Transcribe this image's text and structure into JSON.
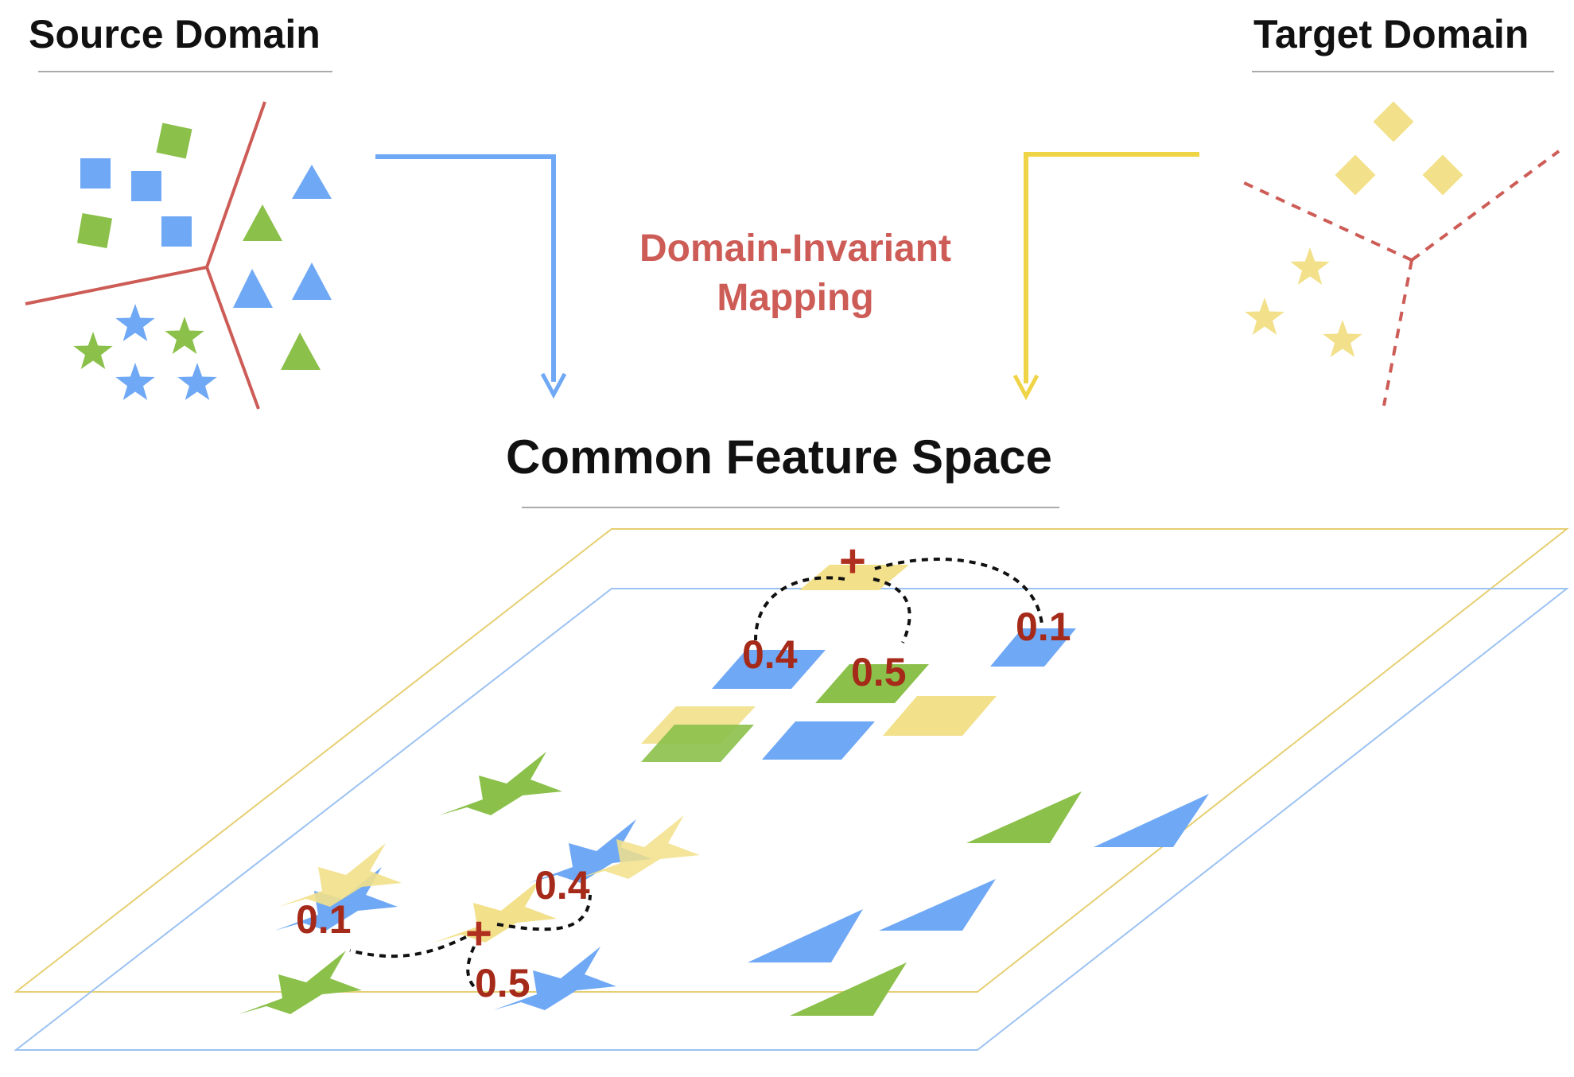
{
  "source_domain": {
    "title": "Source Domain"
  },
  "target_domain": {
    "title": "Target Domain"
  },
  "mapping": {
    "line1": "Domain-Invariant",
    "line2": "Mapping"
  },
  "common_space": {
    "title": "Common Feature Space",
    "top_cluster": {
      "w1": "0.4",
      "w2": "0.5",
      "w3": "0.1",
      "center": "+"
    },
    "bottom_cluster": {
      "w1": "0.1",
      "w2": "0.4",
      "w3": "0.5",
      "center": "+"
    }
  },
  "colors": {
    "source_blue": "#6fa8f5",
    "source_green": "#8bc04a",
    "target_yellow": "#f2e08a",
    "boundary_red": "#cd5c57",
    "weight_red": "#a52a1a",
    "arrow_blue": "#6fa8f5",
    "arrow_yellow": "#f0d447"
  },
  "icons": {
    "square": "square-icon",
    "triangle": "triangle-icon",
    "star": "star-icon",
    "center": "plus-icon"
  }
}
